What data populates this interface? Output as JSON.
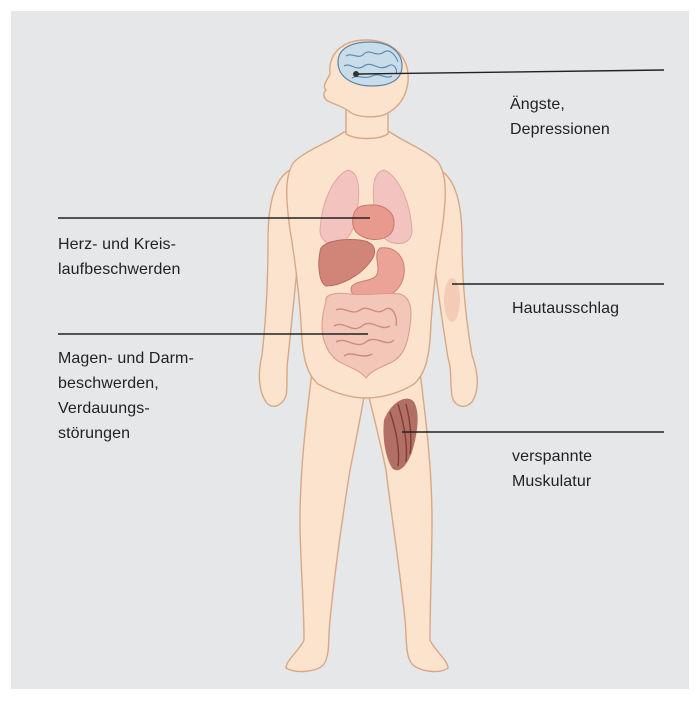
{
  "colors": {
    "background": "#e6e7e9",
    "skin": "#fbe3cd",
    "outline": "#d8a886",
    "lungs": "#f3c3bf",
    "heart": "#e89a8f",
    "liver": "#d18478",
    "stomach": "#eba398",
    "intestine": "#f2c6b8",
    "brain": "#c9dcea",
    "brain_lines": "#5a86a8",
    "muscle": "#a45a52",
    "rash": "#f3c9b4",
    "leader_line": "#222222",
    "text": "#222222"
  },
  "icons": [
    "brain-icon",
    "lungs-icon",
    "heart-icon",
    "liver-icon",
    "stomach-icon",
    "intestine-icon",
    "muscle-icon",
    "skin-rash-icon"
  ],
  "labels": {
    "angst": "Ängste,\nDepressionen",
    "herz": "Herz- und Kreis-\nlaufbeschwerden",
    "haut": "Hautausschlag",
    "magen": "Magen- und Darm-\nbeschwerden,\nVerdauungs-\nstörungen",
    "muskel": "verspannte\nMuskulatur"
  }
}
